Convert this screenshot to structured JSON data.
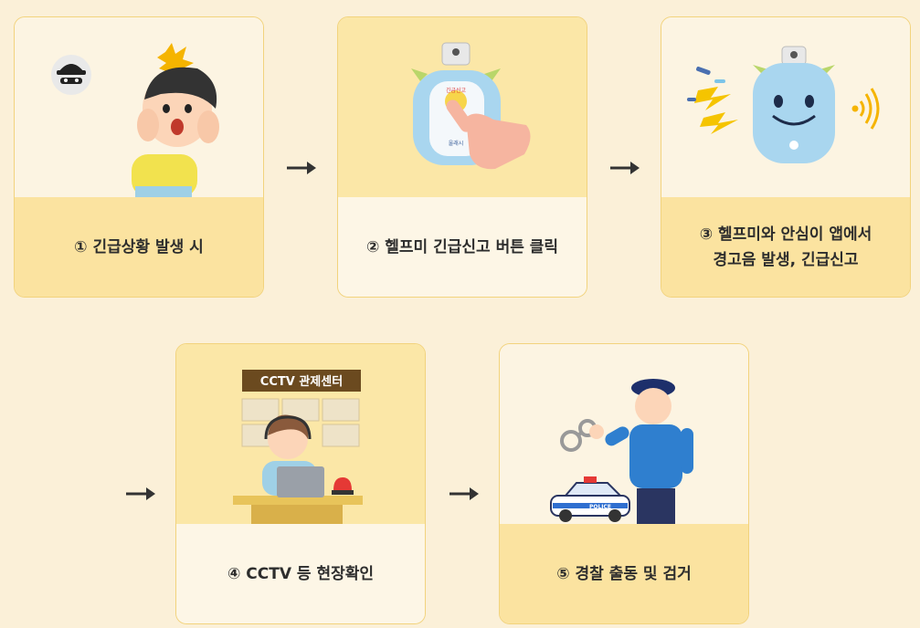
{
  "steps": [
    {
      "label": "① 긴급상황 발생 시"
    },
    {
      "label": "② 헬프미 긴급신고 버튼 클릭",
      "device_text_top": "긴급신고",
      "device_text_bottom": "울래시"
    },
    {
      "label_lines": [
        "③ 헬프미와 안심이 앱에서",
        "경고음 발생, 긴급신고"
      ]
    },
    {
      "label": "④ CCTV 등 현장확인",
      "sign": "CCTV 관제센터"
    },
    {
      "label": "⑤ 경찰 출동 및 검거",
      "car_text": "POLICE"
    }
  ],
  "colors": {
    "background": "#fbf0d8",
    "card_border": "#f2d37d",
    "caption_yellow": "#fbe3a0",
    "caption_light": "#fdf6e6",
    "sign": "#6b4a1f",
    "arrow": "#333333"
  },
  "icons": [
    "thief-icon",
    "arrow-right-icon",
    "sound-wave-icon",
    "lightning-icon",
    "handcuffs-icon",
    "police-car-icon",
    "siren-icon"
  ]
}
